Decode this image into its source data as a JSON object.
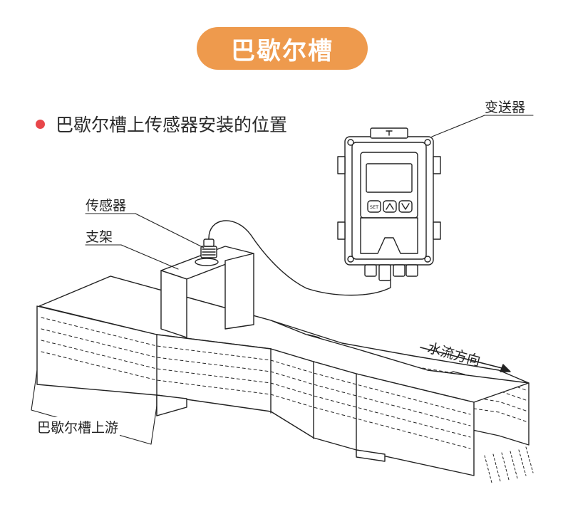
{
  "title": "巴歇尔槽",
  "subtitle": "巴歇尔槽上传感器安装的位置",
  "labels": {
    "transmitter": "变送器",
    "sensor": "传感器",
    "bracket": "支架",
    "flow_direction": "水流方向",
    "upstream": "巴歇尔槽上游"
  },
  "transmitter_panel": {
    "set_key": "SET",
    "up_key_icon": "chevron-up-icon",
    "down_key_icon": "chevron-down-icon"
  },
  "colors": {
    "title_bg": "#ee9a4d",
    "bullet": "#e8464a",
    "line_art": "#222222"
  }
}
